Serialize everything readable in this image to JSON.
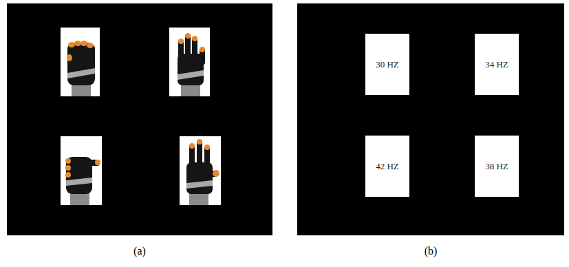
{
  "diagram": {
    "nodes": [
      {
        "text": [
          "(a)"
        ]
      },
      {
        "text": [
          "(b)"
        ]
      },
      {
        "text": [
          "30 HZ"
        ],
        "in": 1
      },
      {
        "text": [
          "34 HZ"
        ],
        "in": 1
      },
      {
        "text": [
          "42 HZ"
        ],
        "in": 1
      },
      {
        "text": [
          "38 HZ"
        ],
        "in": 1
      }
    ]
  }
}
